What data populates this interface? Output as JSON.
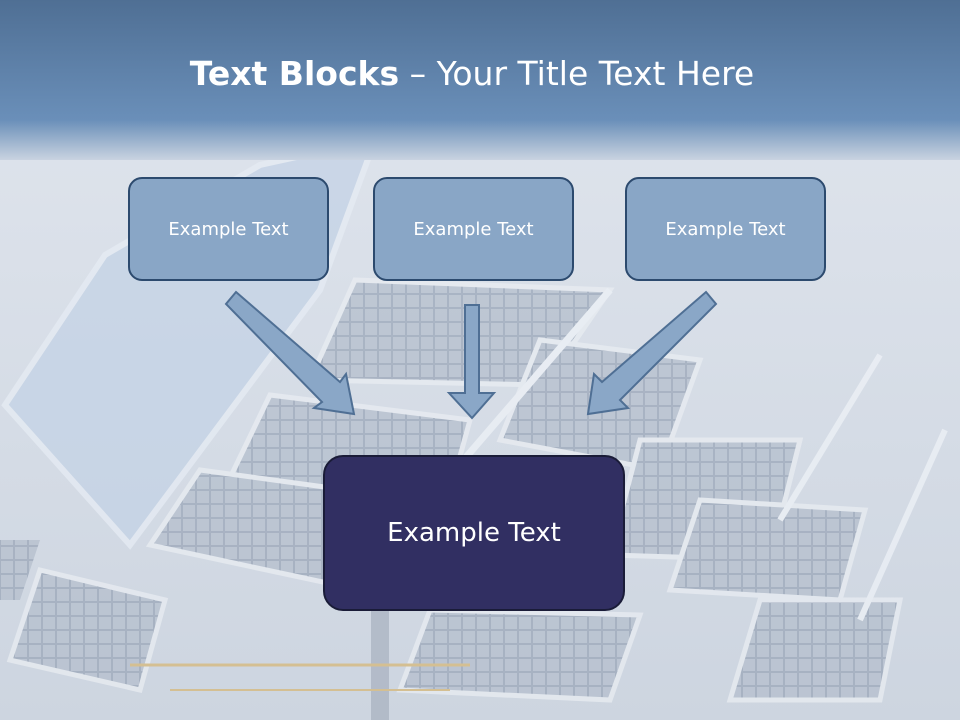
{
  "slide": {
    "title_bold": "Text Blocks",
    "title_dash": "–",
    "title_rest": "Your Title Text Here"
  },
  "blocks": [
    {
      "label": "Example Text"
    },
    {
      "label": "Example Text"
    },
    {
      "label": "Example Text"
    }
  ],
  "target": {
    "label": "Example Text"
  },
  "colors": {
    "header_band": "#5f83ab",
    "block_fill": "#89a6c6",
    "block_border": "#2c4a6e",
    "target_fill": "#312f62",
    "arrow_fill": "#8aa7c7"
  }
}
